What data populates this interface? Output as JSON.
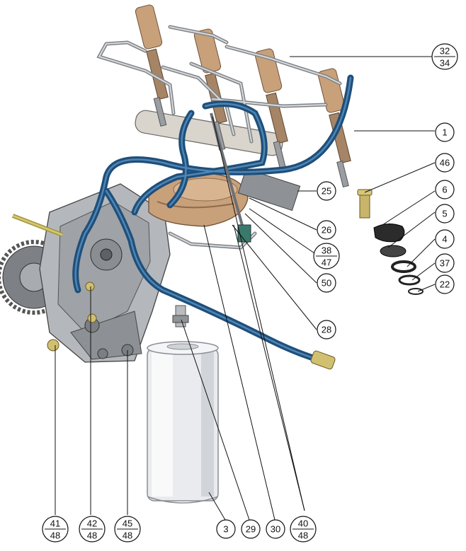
{
  "palette": {
    "pipe_blue": "#1f4f7a",
    "pipe_blue_light": "#4f86b6",
    "metal_gray": "#b9bcbf",
    "metal_dark": "#6c7074",
    "bronze": "#c8a07a",
    "bronze_dark": "#8c6a4e",
    "filter_white": "#e9ebee",
    "tube_silver": "#d7d9db"
  },
  "callouts": [
    {
      "id": "c-32-34",
      "lines": [
        "32",
        "34"
      ]
    },
    {
      "id": "c-1",
      "lines": [
        "1"
      ]
    },
    {
      "id": "c-46",
      "lines": [
        "46"
      ]
    },
    {
      "id": "c-6",
      "lines": [
        "6"
      ]
    },
    {
      "id": "c-25",
      "lines": [
        "25"
      ]
    },
    {
      "id": "c-5",
      "lines": [
        "5"
      ]
    },
    {
      "id": "c-26",
      "lines": [
        "26"
      ]
    },
    {
      "id": "c-4",
      "lines": [
        "4"
      ]
    },
    {
      "id": "c-38-47",
      "lines": [
        "38",
        "47"
      ]
    },
    {
      "id": "c-37",
      "lines": [
        "37"
      ]
    },
    {
      "id": "c-22",
      "lines": [
        "22"
      ]
    },
    {
      "id": "c-50",
      "lines": [
        "50"
      ]
    },
    {
      "id": "c-28",
      "lines": [
        "28"
      ]
    },
    {
      "id": "c-41-48",
      "lines": [
        "41",
        "48"
      ]
    },
    {
      "id": "c-42-48",
      "lines": [
        "42",
        "48"
      ]
    },
    {
      "id": "c-45-48",
      "lines": [
        "45",
        "48"
      ]
    },
    {
      "id": "c-3",
      "lines": [
        "3"
      ]
    },
    {
      "id": "c-29",
      "lines": [
        "29"
      ]
    },
    {
      "id": "c-30",
      "lines": [
        "30"
      ]
    },
    {
      "id": "c-40-48",
      "lines": [
        "40",
        "48"
      ]
    }
  ]
}
